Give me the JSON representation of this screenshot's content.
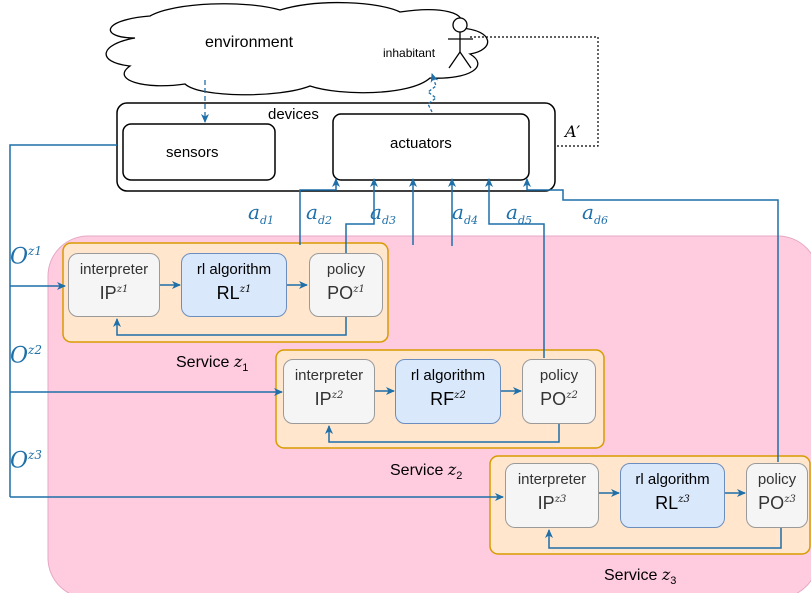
{
  "environment": {
    "label": "environment",
    "inhabitant": "inhabitant"
  },
  "devices": {
    "label": "devices",
    "sensors": "sensors",
    "actuators": "actuators",
    "feedback": "A′"
  },
  "observations": [
    "O",
    "O",
    "O"
  ],
  "observation_sup": [
    "z1",
    "z2",
    "z3"
  ],
  "actions": [
    "a",
    "a",
    "a",
    "a",
    "a",
    "a"
  ],
  "action_sub": [
    "d1",
    "d2",
    "d3",
    "d4",
    "d5",
    "d6"
  ],
  "services": [
    {
      "name": "Service",
      "var": "z",
      "idx": "1",
      "interpreter": "interpreter",
      "ip": "IP",
      "ip_sup": "z1",
      "algo": "rl algorithm",
      "algo_short": "RL",
      "algo_sup": "z1",
      "policy": "policy",
      "po": "PO",
      "po_sup": "z1"
    },
    {
      "name": "Service",
      "var": "z",
      "idx": "2",
      "interpreter": "interpreter",
      "ip": "IP",
      "ip_sup": "z2",
      "algo": "rl algorithm",
      "algo_short": "RF",
      "algo_sup": "z2",
      "policy": "policy",
      "po": "PO",
      "po_sup": "z2"
    },
    {
      "name": "Service",
      "var": "z",
      "idx": "3",
      "interpreter": "interpreter",
      "ip": "IP",
      "ip_sup": "z3",
      "algo": "rl algorithm",
      "algo_short": "RL",
      "algo_sup": "z3",
      "policy": "policy",
      "po": "PO",
      "po_sup": "z3"
    }
  ],
  "colors": {
    "pink": "#ffcce6",
    "orange": "#ffe6cc",
    "orange_border": "#d79b00",
    "blue_line": "#1f6fa8",
    "box_blue": "#dae8fc",
    "box_grey": "#f5f5f5"
  }
}
